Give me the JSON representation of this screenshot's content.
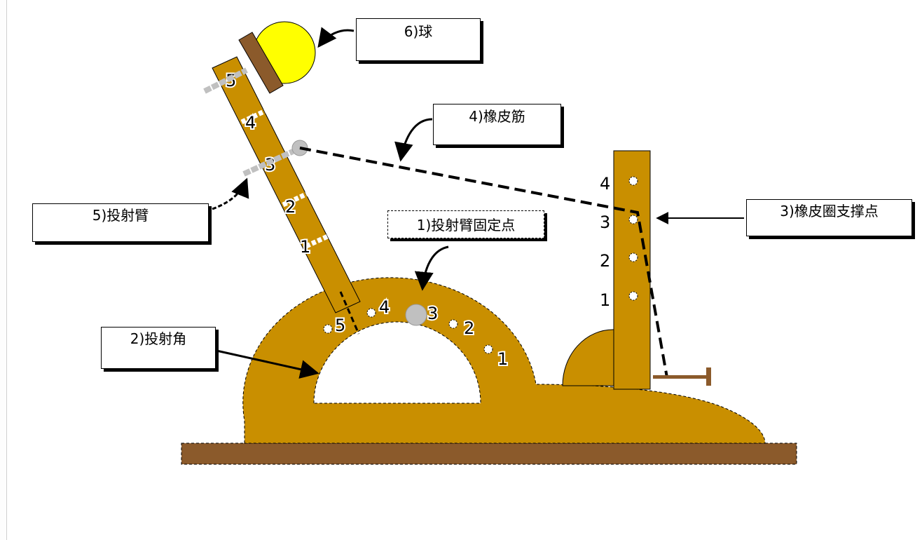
{
  "callouts": {
    "ball": "6)球",
    "rubber_band": "4)橡皮筋",
    "arm": "5)投射臂",
    "pivot": "1)投射臂固定点",
    "angle": "2)投射角",
    "support": "3)橡皮圈支撑点"
  },
  "arm_numbers": [
    "1",
    "2",
    "3",
    "4",
    "5"
  ],
  "arc_numbers": [
    "1",
    "2",
    "3",
    "4",
    "5"
  ],
  "post_numbers": [
    "1",
    "2",
    "3",
    "4"
  ],
  "colors": {
    "wood": "#c98f00",
    "base": "#8b5a2b",
    "ball": "#ffff00",
    "pin": "#c0c0c0"
  }
}
